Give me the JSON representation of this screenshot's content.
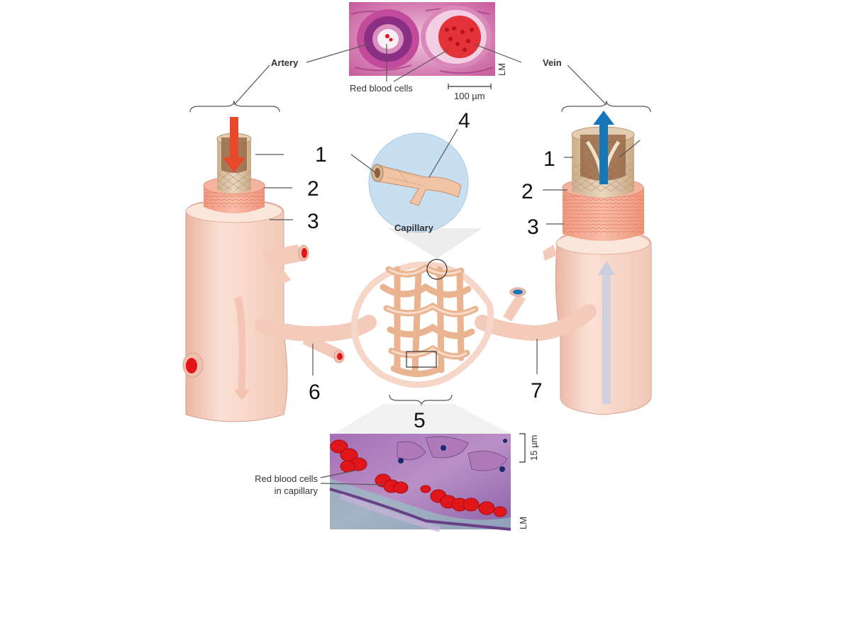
{
  "micrograph_top": {
    "artery_label": "Artery",
    "vein_label": "Vein",
    "rbc_label": "Red blood cells",
    "scale_label": "100 µm",
    "method_label": "LM"
  },
  "micrograph_bottom": {
    "rbc_label_line1": "Red blood cells",
    "rbc_label_line2": "in capillary",
    "scale_label": "15 µm",
    "method_label": "LM"
  },
  "capillary_inset": {
    "label": "Capillary"
  },
  "numbers": {
    "artery_1": "1",
    "artery_2": "2",
    "artery_3": "3",
    "vein_1": "1",
    "vein_2": "2",
    "vein_3": "3",
    "capillary_4": "4",
    "capillary_bed_5": "5",
    "arteriole_6": "6",
    "venule_7": "7"
  },
  "colors": {
    "vessel_skin": "#f6d3c4",
    "vessel_shade": "#e8b5a2",
    "endothelium": "#d9c0a1",
    "smooth_muscle": "#f1a38d",
    "artery_flow": "#e64a2b",
    "vein_flow": "#1677b8",
    "inset_bg": "#c7dff0",
    "histology_pink": "#cf6fae",
    "histology_purple": "#8a5aa8",
    "rbc_red": "#e0161b"
  }
}
